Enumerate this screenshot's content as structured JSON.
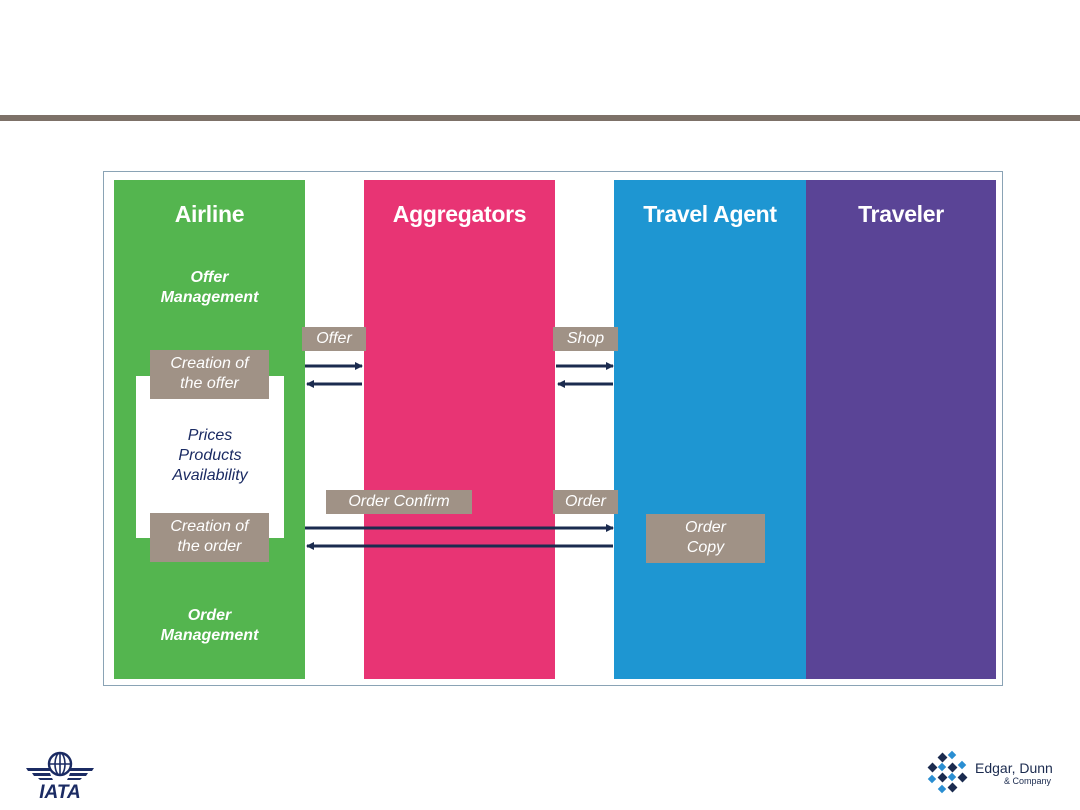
{
  "columns": {
    "airline": "Airline",
    "aggregators": "Aggregators",
    "travel_agent": "Travel Agent",
    "traveler": "Traveler"
  },
  "airline": {
    "offer_management": [
      "Offer",
      "Management"
    ],
    "order_management": [
      "Order",
      "Management"
    ],
    "creation_offer": [
      "Creation of",
      "the offer"
    ],
    "creation_order": [
      "Creation of",
      "the order"
    ],
    "attributes": [
      "Prices",
      "Products",
      "Availability"
    ]
  },
  "flows": {
    "offer": "Offer",
    "shop": "Shop",
    "order_confirm": "Order Confirm",
    "order": "Order"
  },
  "agent": {
    "order_copy": [
      "Order",
      "Copy"
    ]
  },
  "logos": {
    "iata": "IATA",
    "edgar_dunn": "Edgar, Dunn",
    "edgar_dunn_sub": "& Company"
  },
  "colors": {
    "airline": "#54b54f",
    "aggregators": "#e83474",
    "travel_agent": "#1e96d2",
    "traveler": "#5a4496",
    "tag": "#a09286",
    "arrow": "#1b2b4f",
    "rule": "#7d7168"
  }
}
